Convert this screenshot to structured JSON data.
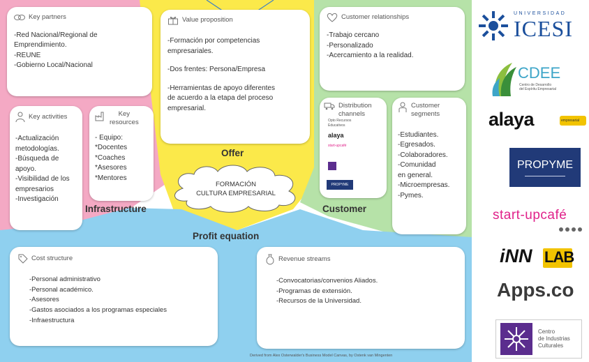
{
  "canvas": {
    "key_partners": {
      "title": "Key partners",
      "lines": [
        "-Red Nacional/Regional de",
        "Emprendimiento.",
        "-REUNE",
        "-Gobierno Local/Nacional"
      ]
    },
    "value_proposition": {
      "title": "Value proposition",
      "lines": [
        "-Formación por competencias",
        "empresariales.",
        "-Dos frentes: Persona/Empresa",
        "-Herramientas de apoyo diferentes",
        "de acuerdo a la etapa del proceso",
        "empresarial."
      ]
    },
    "customer_relationships": {
      "title": "Customer relationships",
      "lines": [
        "-Trabajo cercano",
        "-Personalizado",
        "-Acercamiento a la realidad."
      ]
    },
    "key_activities": {
      "title": "Key activities",
      "lines": [
        "-Actualización",
        "metodologías.",
        "-Búsqueda de",
        "apoyo.",
        "-Visibilidad de los",
        "empresarios",
        "-Investigación"
      ]
    },
    "key_resources": {
      "title_line1": "Key",
      "title_line2": "resources",
      "lines": [
        "- Equipo:",
        "*Docentes",
        "*Coaches",
        "*Asesores",
        "*Mentores"
      ]
    },
    "distribution_channels": {
      "title_line1": "Distribution",
      "title_line2": "channels",
      "sub1": "Opto Recursos",
      "sub2": "Educativos",
      "mini_alaya": "alaya",
      "mini_startup": "start-upcafé",
      "mini_propyme": "PROPYME"
    },
    "customer_segments": {
      "title_line1": "Customer",
      "title_line2": "segments",
      "lines": [
        "-Estudiantes.",
        "-Egresados.",
        "-Colaboradores.",
        "-Comunidad",
        "en general.",
        "-Microempresas.",
        "-Pymes."
      ]
    },
    "cost_structure": {
      "title": "Cost structure",
      "lines": [
        "-Personal administrativo",
        "-Personal académico.",
        "-Asesores",
        "-Gastos asociados a los programas especiales",
        "-Infraestructura"
      ]
    },
    "revenue_streams": {
      "title": "Revenue streams",
      "lines": [
        "-Convocatorias/convenios Aliados.",
        "-Programas de extensión.",
        "-Recursos de la Universidad."
      ]
    },
    "zones": {
      "offer": "Offer",
      "infrastructure": "Infrastructure",
      "customer": "Customer",
      "profit": "Profit equation"
    },
    "cloud": {
      "line1": "FORMACIÓN",
      "line2": "CULTURA EMPRESARIAL"
    },
    "footer": "Derived from Alex Osterwalder's Business Model Canvas, by Ostenk van Mingenten"
  },
  "logos": {
    "icesi_small": "UNIVERSIDAD",
    "icesi": "ICESI",
    "cdee": "CDEE",
    "cdee_sub1": "Centro de Desarrollo",
    "cdee_sub2": "del Espíritu Empresarial",
    "alaya": "alaya",
    "alaya_tag": "empresarial",
    "propyme": "PROPYME",
    "startup": "start-upcafé",
    "innlab_inn": "iNN",
    "innlab_lab": "LAB",
    "apps": "Apps.co",
    "cic1": "Centro",
    "cic2": "de Industrias",
    "cic3": "Culturales"
  },
  "colors": {
    "infrastructure_pink": "#f4a9c4",
    "offer_yellow": "#fbe94a",
    "customer_green": "#b6e2a8",
    "profit_blue": "#8fd0ef",
    "icesi_blue": "#1b4f9c",
    "propyme_navy": "#213a78",
    "startup_pink": "#e0218a",
    "cic_purple": "#5b2d8e"
  }
}
